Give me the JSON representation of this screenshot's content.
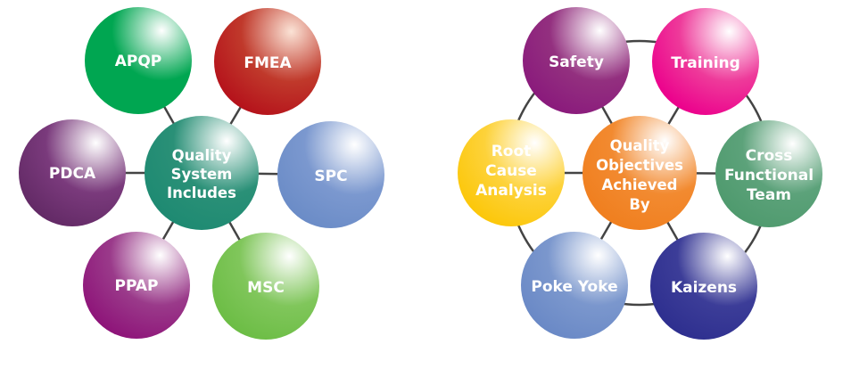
{
  "left_diagram": {
    "center": {
      "lines": [
        "Quality",
        "System",
        "Includes"
      ],
      "color": "#1e8a72"
    },
    "nodes": [
      {
        "label": "APQP",
        "color": "#00a651"
      },
      {
        "label": "FMEA",
        "color": "#b5121b"
      },
      {
        "label": "PDCA",
        "color": "#6b2d6e"
      },
      {
        "label": "SPC",
        "color": "#6b8cc7"
      },
      {
        "label": "PPAP",
        "color": "#8e1479"
      },
      {
        "label": "MSC",
        "color": "#6cbd45"
      }
    ]
  },
  "right_diagram": {
    "center": {
      "lines": [
        "Quality",
        "Objectives",
        "Achieved",
        "By"
      ],
      "color": "#f07f1f"
    },
    "nodes": [
      {
        "lines": [
          "Safety"
        ],
        "color": "#8a1a7c"
      },
      {
        "lines": [
          "Training"
        ],
        "color": "#ec008c"
      },
      {
        "lines": [
          "Root",
          "Cause",
          "Analysis"
        ],
        "color": "#fcc70a"
      },
      {
        "lines": [
          "Cross",
          "Functional",
          "Team"
        ],
        "color": "#4f9a6e"
      },
      {
        "lines": [
          "Poke Yoke"
        ],
        "color": "#6a89c6"
      },
      {
        "lines": [
          "Kaizens"
        ],
        "color": "#2e2f8f"
      }
    ]
  }
}
